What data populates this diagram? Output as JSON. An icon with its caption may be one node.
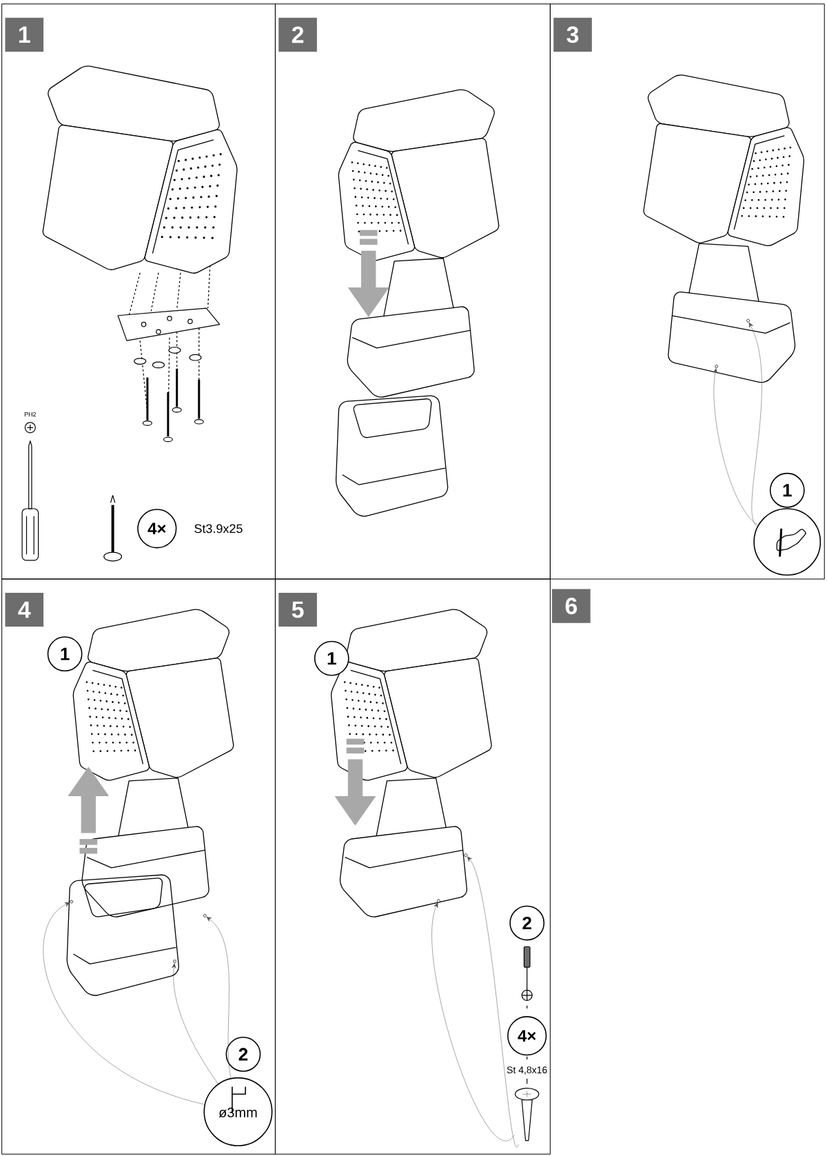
{
  "diagram": {
    "nodes": [
      {
        "text": [],
        "shape": "box"
      },
      {
        "text": [
          "1"
        ],
        "in": 0
      },
      {
        "text": [
          "4×"
        ],
        "in": 0,
        "beside": [
          "St3.9x25"
        ]
      },
      {
        "text": [],
        "shape": "box"
      },
      {
        "text": [
          "2"
        ],
        "in": 3
      },
      {
        "text": [],
        "shape": "box"
      },
      {
        "text": [
          "3"
        ],
        "in": 5
      },
      {
        "text": [
          "1"
        ],
        "in": 5
      },
      {
        "text": [],
        "shape": "picture",
        "in": 5
      },
      {
        "text": [],
        "shape": "circle",
        "in": 5
      },
      {
        "text": [],
        "shape": "circle",
        "in": 5
      },
      {
        "text": [],
        "shape": "box"
      },
      {
        "text": [
          "4"
        ],
        "in": 11
      },
      {
        "text": [
          "1"
        ],
        "in": 11
      },
      {
        "text": [
          "2"
        ],
        "in": 11
      },
      {
        "text": [
          "ø3mm"
        ],
        "in": 11
      },
      {
        "text": [],
        "shape": "circle",
        "in": 11
      },
      {
        "text": [],
        "shape": "circle",
        "in": 11
      },
      {
        "text": [],
        "shape": "circle",
        "in": 11
      },
      {
        "text": [],
        "shape": "box"
      },
      {
        "text": [
          "5"
        ],
        "in": 19
      },
      {
        "text": [
          "1"
        ],
        "in": 19
      },
      {
        "text": [
          "2"
        ],
        "in": 19
      },
      {
        "text": [
          "4×"
        ],
        "in": 19,
        "beside": [
          "St 4,8x16"
        ]
      },
      {
        "text": [],
        "shape": "picture",
        "in": 19
      },
      {
        "text": [],
        "shape": "circle",
        "in": 19
      },
      {
        "text": [],
        "shape": "circle",
        "in": 19
      },
      {
        "text": [
          "6"
        ]
      }
    ],
    "edges": [
      {
        "from": 8,
        "to": 9,
        "arrow": "to"
      },
      {
        "from": 8,
        "to": 10,
        "arrow": "to"
      },
      {
        "from": 15,
        "to": 16,
        "arrow": "to"
      },
      {
        "from": 15,
        "to": 17,
        "arrow": "to"
      },
      {
        "from": 15,
        "to": 18,
        "arrow": "to"
      },
      {
        "from": 24,
        "to": 25,
        "arrow": "to"
      },
      {
        "from": 24,
        "to": 26,
        "arrow": "to"
      }
    ],
    "labels": [
      "PH2"
    ]
  }
}
